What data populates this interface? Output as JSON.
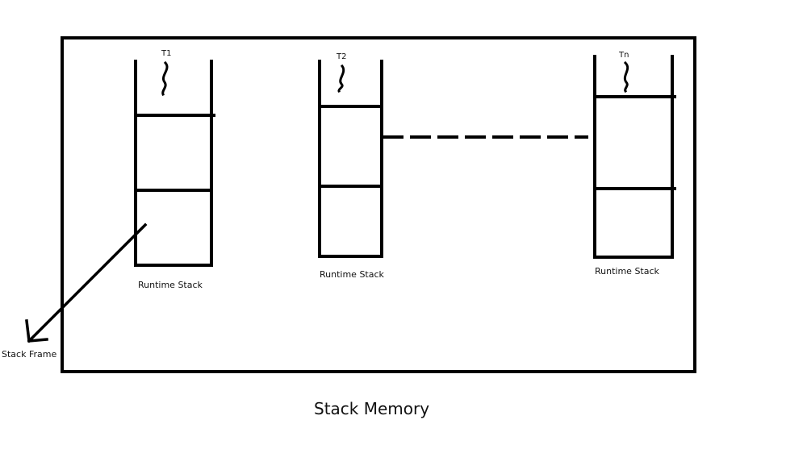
{
  "diagram": {
    "title": "Stack Memory",
    "stack_frame_label": "Stack Frame",
    "stacks": [
      {
        "thread": "T1",
        "label": "Runtime Stack"
      },
      {
        "thread": "T2",
        "label": "Runtime Stack"
      },
      {
        "thread": "Tn",
        "label": "Runtime Stack"
      }
    ]
  },
  "colors": {
    "ink": "#000000",
    "background": "#ffffff"
  }
}
